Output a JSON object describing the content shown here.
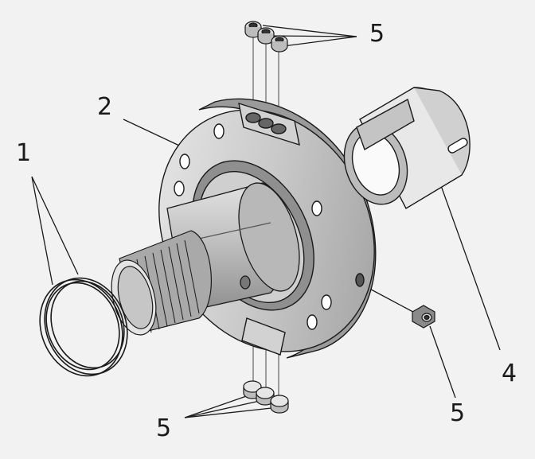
{
  "diagram": {
    "callouts": {
      "ring": "1",
      "hub": "2",
      "sleeve": "4",
      "bushings_top": "5",
      "nut_right": "5",
      "bushings_bottom": "5"
    },
    "colors": {
      "background": "#f2f2f2",
      "metal_face": "#c9c9c9",
      "metal_light": "#e6e6e6",
      "metal_dark": "#8a8a8a",
      "outline": "#1a1a1a"
    }
  }
}
